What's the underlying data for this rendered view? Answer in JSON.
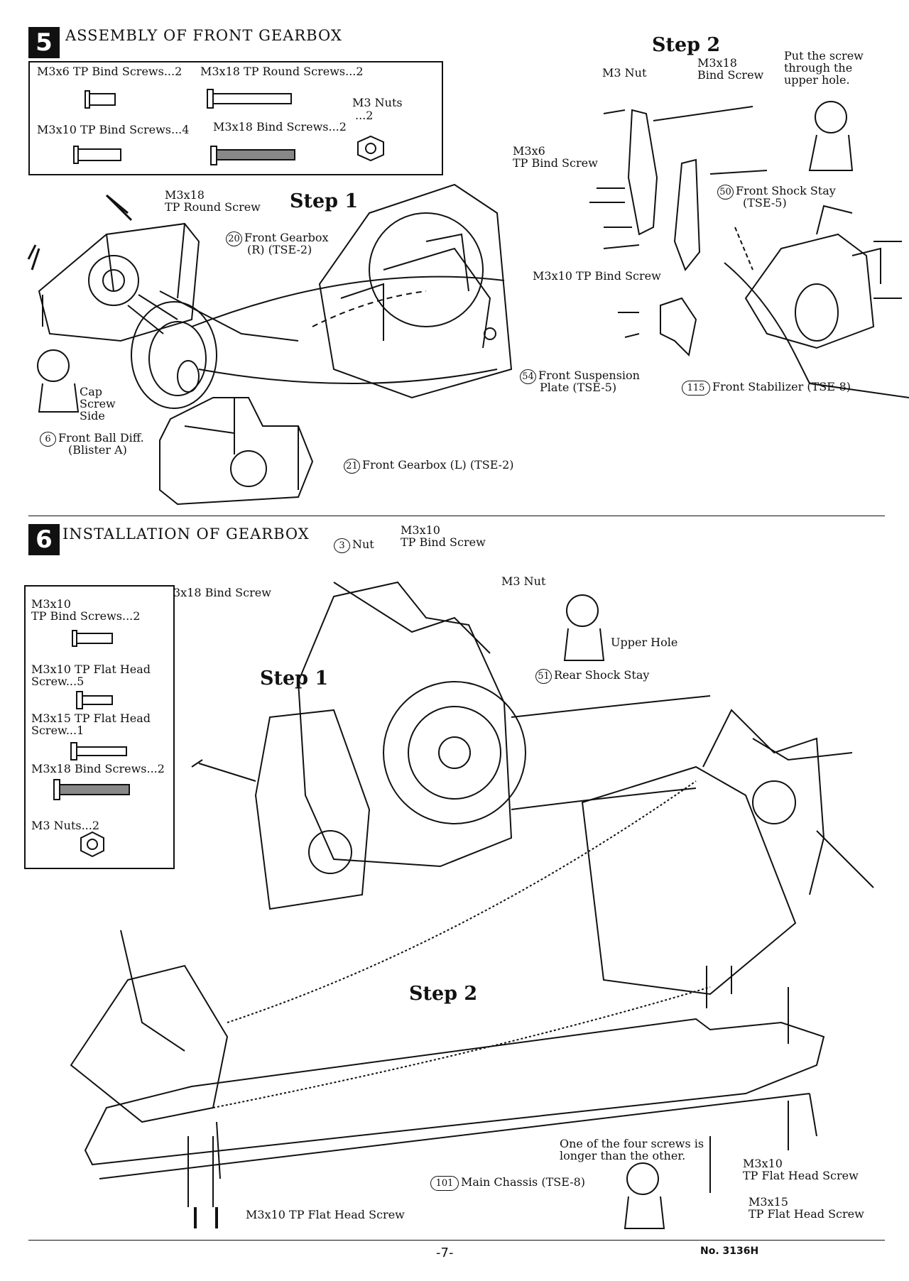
{
  "section5": {
    "number": "5",
    "title": "ASSEMBLY OF FRONT GEARBOX",
    "parts_box": {
      "p1": "M3x6  TP  Bind  Screws...2",
      "p2": "M3x18  TP  Round  Screws...2",
      "p3": "M3x10  TP  Bind  Screws...4",
      "p4": "M3x18  Bind  Screws...2",
      "p5_line1": "M3  Nuts",
      "p5_line2": "...2"
    },
    "step1": {
      "title": "Step 1",
      "screw_label_line1": "M3x18",
      "screw_label_line2": "TP  Round  Screw",
      "gearbox_r_num": "20",
      "gearbox_r_line1": "Front  Gearbox",
      "gearbox_r_line2": "(R)    (TSE-2)",
      "cap_line1": "Cap",
      "cap_line2": "Screw",
      "cap_line3": "Side",
      "diff_num": "6",
      "diff_line1": "Front  Ball  Diff.",
      "diff_line2": "(Blister  A)",
      "gearbox_l_num": "21",
      "gearbox_l": "Front  Gearbox  (L)  (TSE-2)"
    },
    "step2": {
      "title": "Step 2",
      "nut": "M3  Nut",
      "bind_line1": "M3x18",
      "bind_line2": "Bind  Screw",
      "note_line1": "Put  the  screw",
      "note_line2": "through  the",
      "note_line3": "upper  hole.",
      "m3x6_line1": "M3x6",
      "m3x6_line2": "TP  Bind  Screw",
      "shock_num": "50",
      "shock_line1": "Front  Shock  Stay",
      "shock_line2": "(TSE-5)",
      "m3x10": "M3x10  TP  Bind  Screw",
      "susp_num": "54",
      "susp_line1": "Front  Suspension",
      "susp_line2": "Plate   (TSE-5)",
      "stab_num": "115",
      "stab": "Front  Stabilizer   (TSE-8)"
    }
  },
  "section6": {
    "number": "6",
    "title": "INSTALLATION  OF  GEARBOX",
    "parts_box": {
      "p1_line1": "M3x10",
      "p1_line2": "TP  Bind  Screws...2",
      "p2_line1": "M3x10  TP  Flat  Head",
      "p2_line2": "Screw...5",
      "p3_line1": "M3x15  TP  Flat  Head",
      "p3_line2": "Screw...1",
      "p4": "M3x18  Bind  Screws...2",
      "p5": "M3  Nuts...2"
    },
    "step1": {
      "title": "Step 1",
      "nut_num": "3",
      "nut": "Nut",
      "tp_line1": "M3x10",
      "tp_line2": "TP  Bind  Screw",
      "bind": "3x18  Bind  Screw",
      "m3nut": "M3  Nut",
      "upper_hole": "Upper  Hole",
      "rear_num": "51",
      "rear": "Rear  Shock  Stay"
    },
    "step2": {
      "title": "Step 2",
      "note_line1": "One  of  the  four  screws  is",
      "note_line2": "longer  than  the  other.",
      "chassis_num": "101",
      "chassis": "Main  Chassis   (TSE-8)",
      "flat_line1": "M3x10",
      "flat_line2": "TP  Flat  Head  Screw",
      "flat15_line1": "M3x15",
      "flat15_line2": "TP  Flat  Head  Screw",
      "bottom_flat": "M3x10  TP  Flat  Head  Screw"
    }
  },
  "footer": {
    "page": "-7-",
    "doc_no": "No. 3136H"
  }
}
